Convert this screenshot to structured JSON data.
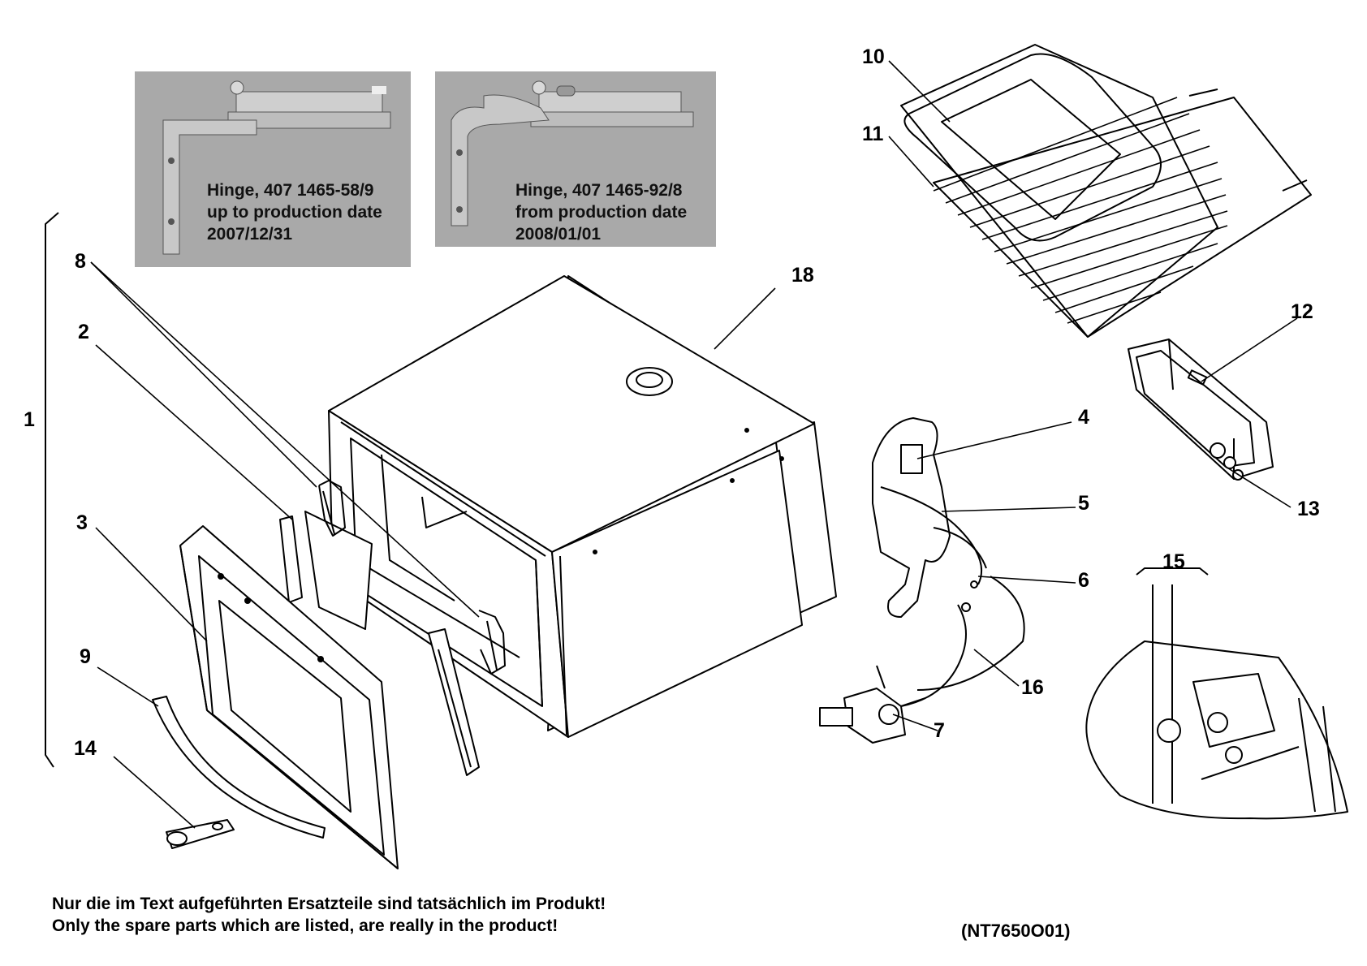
{
  "callouts": {
    "c1": "1",
    "c2": "2",
    "c3": "3",
    "c4": "4",
    "c5": "5",
    "c6": "6",
    "c7": "7",
    "c8": "8",
    "c9": "9",
    "c10": "10",
    "c11": "11",
    "c12": "12",
    "c13": "13",
    "c14": "14",
    "c15": "15",
    "c16": "16",
    "c18": "18"
  },
  "hinges": [
    {
      "line1": "Hinge, 407 1465-58/9",
      "line2": "up to production date",
      "line3": "2007/12/31"
    },
    {
      "line1": "Hinge, 407 1465-92/8",
      "line2": "from production date",
      "line3": "2008/01/01"
    }
  ],
  "notes": {
    "de": "Nur die im Text aufgeführten Ersatzteile sind tatsächlich im Produkt!",
    "en": "Only the spare parts which are listed, are really in the product!"
  },
  "diagram_code": "(NT7650O01)"
}
